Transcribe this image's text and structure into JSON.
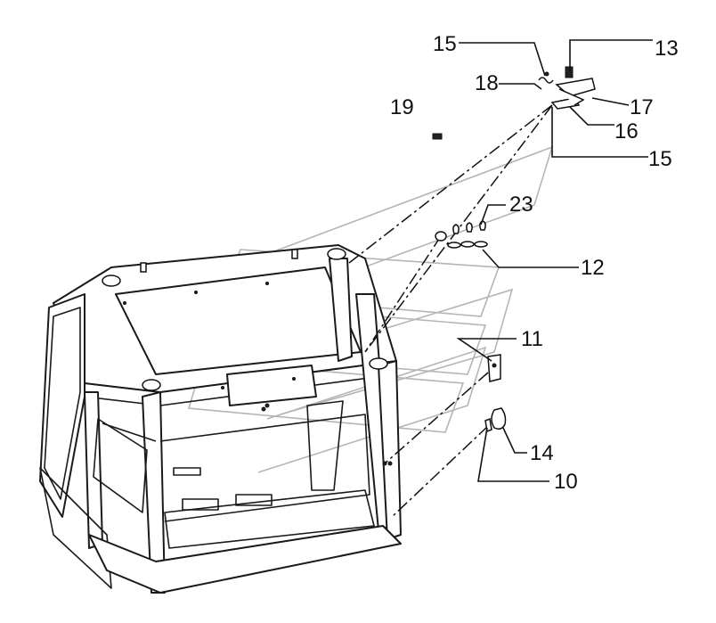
{
  "diagram": {
    "callouts": [
      {
        "id": "c15a",
        "text": "15"
      },
      {
        "id": "c13",
        "text": "13"
      },
      {
        "id": "c18",
        "text": "18"
      },
      {
        "id": "c17",
        "text": "17"
      },
      {
        "id": "c19",
        "text": "19"
      },
      {
        "id": "c16",
        "text": "16"
      },
      {
        "id": "c15b",
        "text": "15"
      },
      {
        "id": "c23",
        "text": "23"
      },
      {
        "id": "c12",
        "text": "12"
      },
      {
        "id": "c11",
        "text": "11"
      },
      {
        "id": "c14",
        "text": "14"
      },
      {
        "id": "c10",
        "text": "10"
      }
    ]
  }
}
